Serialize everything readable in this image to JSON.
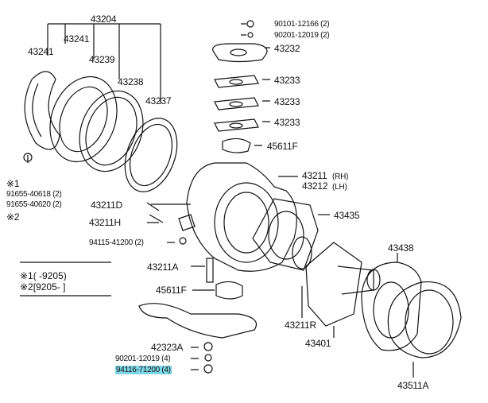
{
  "labels": {
    "p43204": "43204",
    "p43241a": "43241",
    "p43241b": "43241",
    "p43239": "43239",
    "p43238": "43238",
    "p43237": "43237",
    "p90101": "90101-12166 (2)",
    "p90201a": "90201-12019 (2)",
    "p43232": "43232",
    "p43233a": "43233",
    "p43233b": "43233",
    "p43233c": "43233",
    "p45611f_top": "45611F",
    "p43211": "43211",
    "p43211_rh": "(RH)",
    "p43212": "43212",
    "p43212_lh": "(LH)",
    "p43435": "43435",
    "p43211d": "43211D",
    "p43211h": "43211H",
    "p94115": "94115-41200 (2)",
    "p43211a": "43211A",
    "p45611f_bot": "45611F",
    "p43323a": "42323A",
    "p90201b": "90201-12019 (4)",
    "p94116": "94116-71200 (4)",
    "p43438": "43438",
    "p43211r": "43211R",
    "p43401": "43401",
    "p43511a": "43511A",
    "star1": "※1",
    "p91655a": "91655-40618 (2)",
    "p91655b": "91655-40620 (2)",
    "star2": "※2"
  },
  "legend": {
    "row1_mark": "※1",
    "row1_text": "(      -9205)",
    "row2_mark": "※2",
    "row2_text": "[9205-      ]"
  },
  "highlight_color": "#7fd6e6"
}
